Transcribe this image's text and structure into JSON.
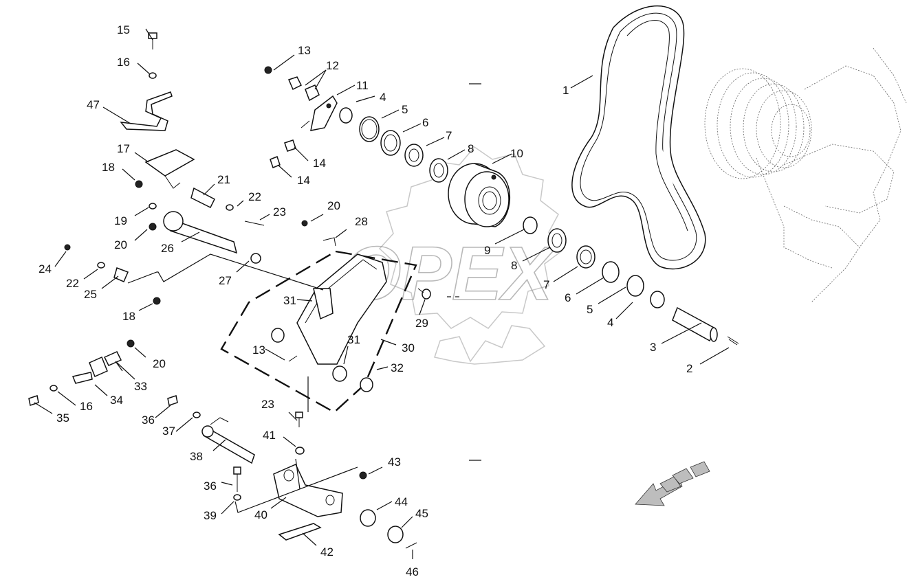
{
  "diagram": {
    "watermark": "OPEX",
    "labels": [
      {
        "id": "1",
        "text": "1"
      },
      {
        "id": "2",
        "text": "2"
      },
      {
        "id": "3",
        "text": "3"
      },
      {
        "id": "4a",
        "text": "4"
      },
      {
        "id": "4b",
        "text": "4"
      },
      {
        "id": "5a",
        "text": "5"
      },
      {
        "id": "5b",
        "text": "5"
      },
      {
        "id": "6a",
        "text": "6"
      },
      {
        "id": "6b",
        "text": "6"
      },
      {
        "id": "7a",
        "text": "7"
      },
      {
        "id": "7b",
        "text": "7"
      },
      {
        "id": "8a",
        "text": "8"
      },
      {
        "id": "8b",
        "text": "8"
      },
      {
        "id": "9",
        "text": "9"
      },
      {
        "id": "10",
        "text": "10"
      },
      {
        "id": "11",
        "text": "11"
      },
      {
        "id": "12",
        "text": "12"
      },
      {
        "id": "13a",
        "text": "13"
      },
      {
        "id": "13b",
        "text": "13"
      },
      {
        "id": "14a",
        "text": "14"
      },
      {
        "id": "14b",
        "text": "14"
      },
      {
        "id": "15",
        "text": "15"
      },
      {
        "id": "16a",
        "text": "16"
      },
      {
        "id": "16b",
        "text": "16"
      },
      {
        "id": "17",
        "text": "17"
      },
      {
        "id": "18a",
        "text": "18"
      },
      {
        "id": "18b",
        "text": "18"
      },
      {
        "id": "19",
        "text": "19"
      },
      {
        "id": "20a",
        "text": "20"
      },
      {
        "id": "20b",
        "text": "20"
      },
      {
        "id": "20c",
        "text": "20"
      },
      {
        "id": "21",
        "text": "21"
      },
      {
        "id": "22a",
        "text": "22"
      },
      {
        "id": "22b",
        "text": "22"
      },
      {
        "id": "23a",
        "text": "23"
      },
      {
        "id": "23b",
        "text": "23"
      },
      {
        "id": "24",
        "text": "24"
      },
      {
        "id": "25",
        "text": "25"
      },
      {
        "id": "26",
        "text": "26"
      },
      {
        "id": "27",
        "text": "27"
      },
      {
        "id": "28",
        "text": "28"
      },
      {
        "id": "29",
        "text": "29"
      },
      {
        "id": "30",
        "text": "30"
      },
      {
        "id": "31a",
        "text": "31"
      },
      {
        "id": "31b",
        "text": "31"
      },
      {
        "id": "32",
        "text": "32"
      },
      {
        "id": "33",
        "text": "33"
      },
      {
        "id": "34",
        "text": "34"
      },
      {
        "id": "35",
        "text": "35"
      },
      {
        "id": "36a",
        "text": "36"
      },
      {
        "id": "36b",
        "text": "36"
      },
      {
        "id": "37",
        "text": "37"
      },
      {
        "id": "38",
        "text": "38"
      },
      {
        "id": "39",
        "text": "39"
      },
      {
        "id": "40",
        "text": "40"
      },
      {
        "id": "41",
        "text": "41"
      },
      {
        "id": "42",
        "text": "42"
      },
      {
        "id": "43",
        "text": "43"
      },
      {
        "id": "44",
        "text": "44"
      },
      {
        "id": "45",
        "text": "45"
      },
      {
        "id": "46",
        "text": "46"
      },
      {
        "id": "47",
        "text": "47"
      }
    ]
  }
}
